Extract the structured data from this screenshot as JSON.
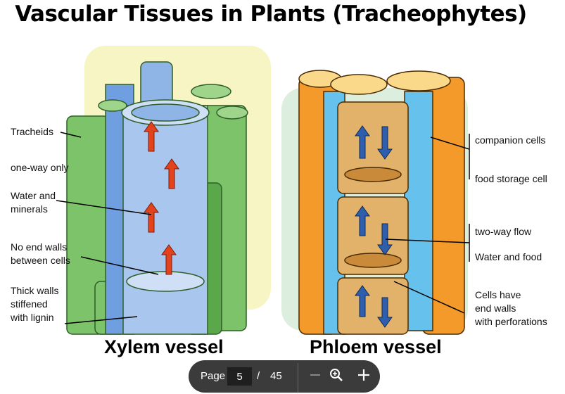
{
  "title": "Vascular Tissues in Plants (Tracheophytes)",
  "xylem": {
    "caption": "Xylem vessel",
    "labels": [
      "Tracheids",
      "one-way only",
      "Water and\nminerals",
      "No end walls\nbetween cells",
      "Thick walls\nstiffened\nwith lignin"
    ]
  },
  "phloem": {
    "caption": "Phloem vessel",
    "labels": [
      "companion cells",
      "food storage cell",
      "two-way flow",
      "Water and food",
      "Cells have\nend walls\nwith perforations"
    ]
  },
  "colors": {
    "xylem_green": "#7cc36a",
    "xylem_blue": "#8fb4e6",
    "phloem_orange": "#f39a2b",
    "phloem_blue": "#66c2ec",
    "arrow_red": "#e2431c",
    "arrow_blue": "#2e5fae",
    "toolbar_bg": "#3b3b3b"
  },
  "toolbar": {
    "page_label": "Page",
    "current_page": "5",
    "separator": "/",
    "total_pages": "45",
    "zoom_out_icon": "minus-icon",
    "zoom_icon": "zoom-in-magnifier-icon",
    "zoom_in_icon": "plus-icon"
  }
}
